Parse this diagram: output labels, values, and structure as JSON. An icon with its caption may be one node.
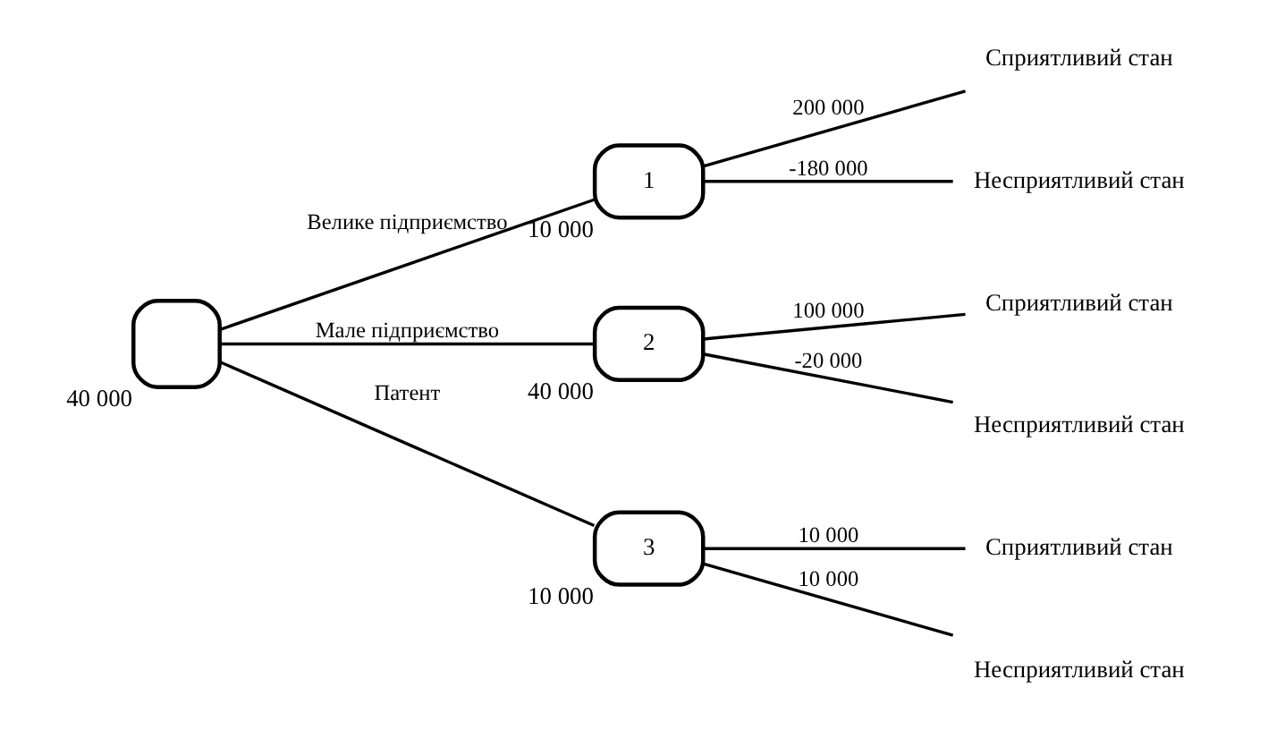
{
  "diagram": {
    "nodes": [
      {
        "text": [],
        "shape": "box",
        "beside": [
          "40 000"
        ]
      },
      {
        "text": [
          "1"
        ],
        "beside": [
          "10 000"
        ]
      },
      {
        "text": [
          "2"
        ],
        "beside": [
          "40 000"
        ]
      },
      {
        "text": [
          "3"
        ],
        "beside": [
          "10 000"
        ]
      }
    ],
    "edges": [
      {
        "from": 0,
        "to": 1,
        "arrow": "none",
        "label": "Велике підприємство"
      },
      {
        "from": 0,
        "to": 2,
        "arrow": "none",
        "label": "Мале підприємство"
      },
      {
        "from": 0,
        "to": 3,
        "arrow": "none",
        "label": "Патент"
      },
      {
        "from": 1,
        "to": null,
        "arrow": "none",
        "label": "200 000"
      },
      {
        "from": 1,
        "to": null,
        "arrow": "none",
        "label": "-180 000"
      },
      {
        "from": 2,
        "to": null,
        "arrow": "none",
        "label": "100 000"
      },
      {
        "from": 2,
        "to": null,
        "arrow": "none",
        "label": "-20 000"
      },
      {
        "from": 3,
        "to": null,
        "arrow": "none",
        "label": "10 000"
      },
      {
        "from": 3,
        "to": null,
        "arrow": "none",
        "label": "10 000"
      }
    ],
    "labels": [
      "Сприятливий стан",
      "Несприятливий стан",
      "Сприятливий стан",
      "Несприятливий стан",
      "Сприятливий стан",
      "Несприятливий стан"
    ]
  }
}
